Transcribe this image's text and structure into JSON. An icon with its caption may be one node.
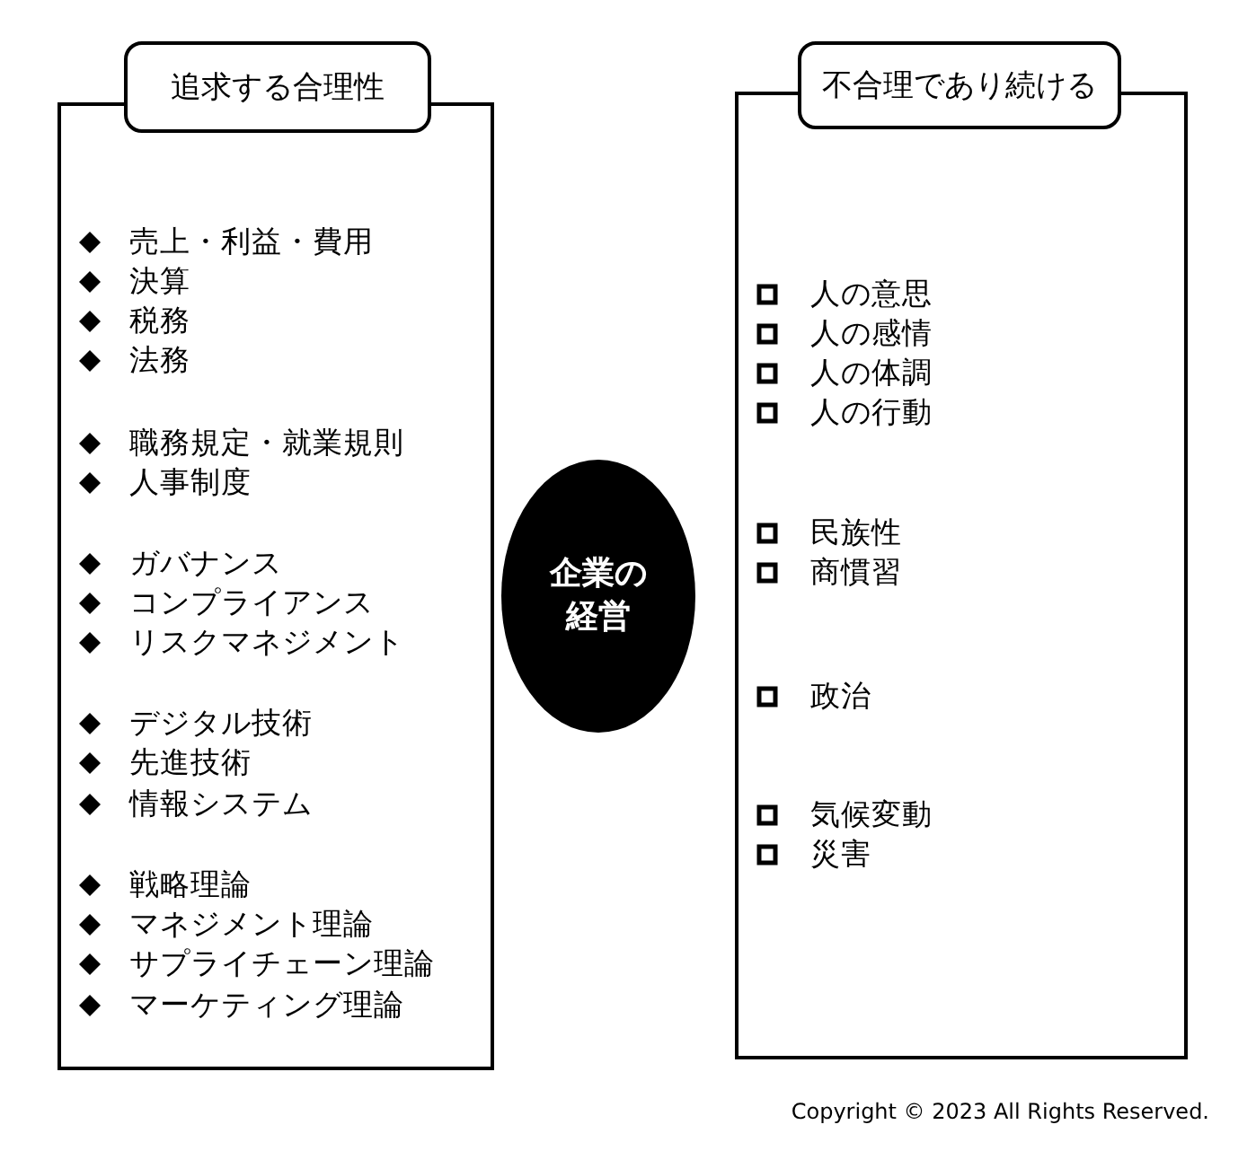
{
  "diagram": {
    "nodes": [
      {
        "text": [
          "追求する合理性"
        ]
      },
      {
        "text": [
          "売上・利益・費用",
          "決算",
          "税務",
          "法務",
          "職務規定・就業規則",
          "人事制度",
          "ガバナンス",
          "コンプライアンス",
          "リスクマネジメント",
          "デジタル技術",
          "先進技術",
          "情報システム",
          "戦略理論",
          "マネジメント理論",
          "サプライチェーン理論",
          "マーケティング理論"
        ]
      },
      {
        "text": [
          "企業の経営"
        ]
      },
      {
        "text": [
          "不合理であり続ける"
        ]
      },
      {
        "text": [
          "人の意思",
          "人の感情",
          "人の体調",
          "人の行動",
          "民族性",
          "商慣習",
          "政治",
          "気候変動",
          "災害"
        ]
      }
    ],
    "labels": [
      "Copyright © 2023 All Rights Reserved."
    ]
  }
}
